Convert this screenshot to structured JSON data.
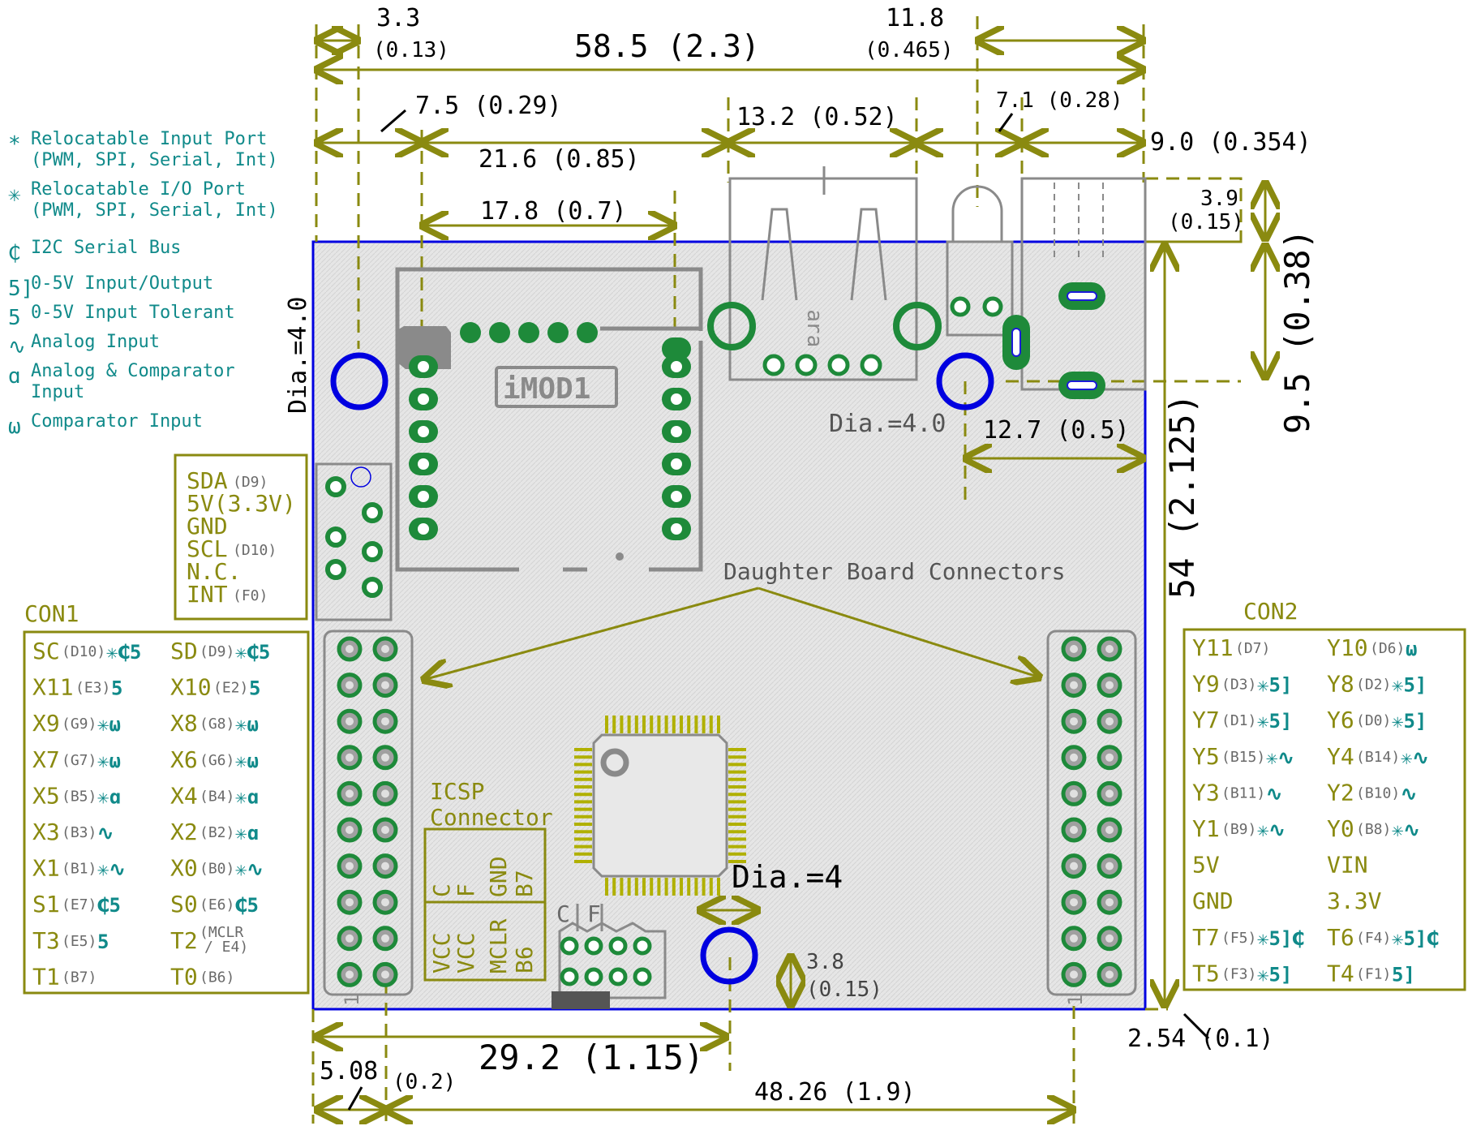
{
  "dimensions": {
    "d_3_3": "3.3",
    "d_0_13": "(0.13)",
    "d_58_5": "58.5 (2.3)",
    "d_11_8": "11.8",
    "d_0_465": "(0.465)",
    "d_7_5": "7.5 (0.29)",
    "d_21_6": "21.6 (0.85)",
    "d_13_2": "13.2 (0.52)",
    "d_7_1": "7.1 (0.28)",
    "d_9_0": "9.0 (0.354)",
    "d_17_8": "17.8 (0.7)",
    "d_3_9": "3.9",
    "d_0_15a": "(0.15)",
    "d_9_5": "9.5 (0.38)",
    "d_12_7": "12.7 (0.5)",
    "d_54": "54 (2.125)",
    "d_3_8": "3.8",
    "d_0_15b": "(0.15)",
    "d_2_54": "2.54 (0.1)",
    "d_29_2": "29.2 (1.15)",
    "d_5_08": "5.08",
    "d_0_2": "(0.2)",
    "d_48_26": "48.26 (1.9)",
    "dia_left": "Dia.=4.0",
    "dia_right": "Dia.=4.0",
    "dia_bottom": "Dia.=4"
  },
  "legend": [
    {
      "icon": "*",
      "line1": "Relocatable Input Port",
      "line2": "(PWM, SPI, Serial, Int)"
    },
    {
      "icon": "✳",
      "line1": "Relocatable I/O Port",
      "line2": "(PWM, SPI, Serial, Int)"
    },
    {
      "icon": "₵",
      "line1": "I2C Serial Bus"
    },
    {
      "icon": "5]",
      "line1": "0-5V Input/Output"
    },
    {
      "icon": "5",
      "line1": "0-5V Input Tolerant"
    },
    {
      "icon": "∿",
      "line1": "Analog Input"
    },
    {
      "icon": "ɑ",
      "line1": "Analog & Comparator",
      "line2": "Input"
    },
    {
      "icon": "ω",
      "line1": "Comparator Input"
    }
  ],
  "i2c_box": [
    {
      "name": "SDA",
      "sub": "(D9)"
    },
    {
      "name": "5V(3.3V)",
      "sub": ""
    },
    {
      "name": "GND",
      "sub": ""
    },
    {
      "name": "SCL",
      "sub": "(D10)"
    },
    {
      "name": "N.C.",
      "sub": ""
    },
    {
      "name": "INT",
      "sub": "(F0)"
    }
  ],
  "con1": {
    "title": "CON1",
    "rows": [
      {
        "a": "SC",
        "as": "(D10)",
        "am": "✳₵5",
        "b": "SD",
        "bs": "(D9)",
        "bm": "✳₵5"
      },
      {
        "a": "X11",
        "as": "(E3)",
        "am": "5",
        "b": "X10",
        "bs": "(E2)",
        "bm": "5"
      },
      {
        "a": "X9",
        "as": "(G9)",
        "am": "✳ω",
        "b": "X8",
        "bs": "(G8)",
        "bm": "✳ω"
      },
      {
        "a": "X7",
        "as": "(G7)",
        "am": "✳ω",
        "b": "X6",
        "bs": "(G6)",
        "bm": "✳ω"
      },
      {
        "a": "X5",
        "as": "(B5)",
        "am": "✳ɑ",
        "b": "X4",
        "bs": "(B4)",
        "bm": "✳ɑ"
      },
      {
        "a": "X3",
        "as": "(B3)",
        "am": "∿",
        "b": "X2",
        "bs": "(B2)",
        "bm": "✳ɑ"
      },
      {
        "a": "X1",
        "as": "(B1)",
        "am": "✳∿",
        "b": "X0",
        "bs": "(B0)",
        "bm": "✳∿"
      },
      {
        "a": "S1",
        "as": "(E7)",
        "am": "₵5",
        "b": "S0",
        "bs": "(E6)",
        "bm": "₵5"
      },
      {
        "a": "T3",
        "as": "(E5)",
        "am": "5",
        "b": "T2",
        "bs": "(MCLR / E4)",
        "bm": ""
      },
      {
        "a": "T1",
        "as": "(B7)",
        "am": "",
        "b": "T0",
        "bs": "(B6)",
        "bm": ""
      }
    ]
  },
  "con2": {
    "title": "CON2",
    "rows": [
      {
        "a": "Y11",
        "as": "(D7)",
        "am": "",
        "b": "Y10",
        "bs": "(D6)",
        "bm": "ω"
      },
      {
        "a": "Y9",
        "as": "(D3)",
        "am": "✳5]",
        "b": "Y8",
        "bs": "(D2)",
        "bm": "✳5]"
      },
      {
        "a": "Y7",
        "as": "(D1)",
        "am": "✳5]",
        "b": "Y6",
        "bs": "(D0)",
        "bm": "✳5]"
      },
      {
        "a": "Y5",
        "as": "(B15)",
        "am": "✳∿",
        "b": "Y4",
        "bs": "(B14)",
        "bm": "✳∿"
      },
      {
        "a": "Y3",
        "as": "(B11)",
        "am": "∿",
        "b": "Y2",
        "bs": "(B10)",
        "bm": "∿"
      },
      {
        "a": "Y1",
        "as": "(B9)",
        "am": "✳∿",
        "b": "Y0",
        "bs": "(B8)",
        "bm": "✳∿"
      },
      {
        "a": "5V",
        "as": "",
        "am": "",
        "b": "VIN",
        "bs": "",
        "bm": ""
      },
      {
        "a": "GND",
        "as": "",
        "am": "",
        "b": "3.3V",
        "bs": "",
        "bm": ""
      },
      {
        "a": "T7",
        "as": "(F5)",
        "am": "✳5]₵",
        "b": "T6",
        "bs": "(F4)",
        "bm": "✳5]₵"
      },
      {
        "a": "T5",
        "as": "(F3)",
        "am": "✳5]",
        "b": "T4",
        "bs": "(F1)",
        "bm": "5]"
      }
    ]
  },
  "board": {
    "imod_label": "iMOD1",
    "daughter_label": "Daughter Board Connectors",
    "icsp_title_1": "ICSP",
    "icsp_title_2": "Connector",
    "icsp_top": [
      "C",
      "F",
      "GND",
      "B7"
    ],
    "icsp_bottom": [
      "VCC",
      "VCC",
      "MCLR",
      "B6"
    ],
    "icsp_c": "C",
    "icsp_f": "F",
    "pin1_left": "1",
    "pin1_right": "1",
    "usb_mark": "ɐɹɐ"
  }
}
